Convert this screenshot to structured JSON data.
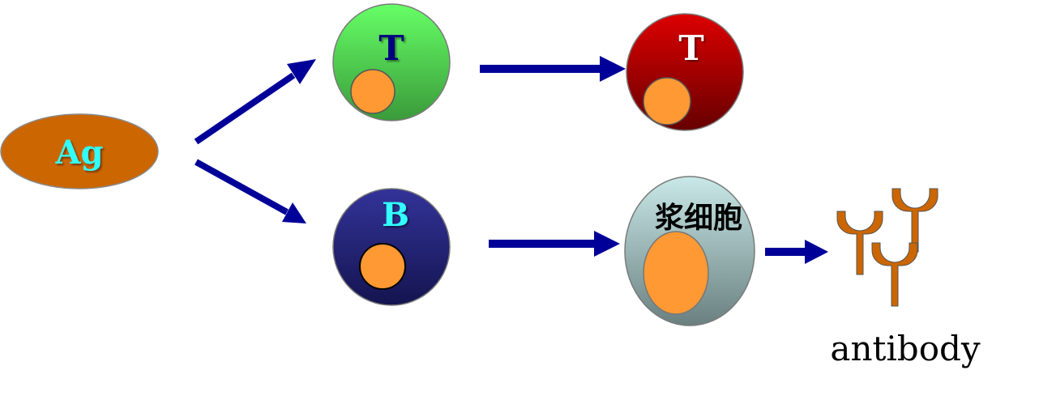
{
  "nodes": {
    "antigen": {
      "label": "Ag",
      "fill": "#cc6600",
      "text_color": "#33ffff"
    },
    "t_cell": {
      "label": "T",
      "fill_top": "#66ff66",
      "fill_bottom": "#3a9a3a",
      "text_color": "#000080"
    },
    "effector_t_cell": {
      "label": "T",
      "fill_top": "#dd0000",
      "fill_bottom": "#660000",
      "text_color": "#ffffff"
    },
    "b_cell": {
      "label": "B",
      "fill_top": "#333399",
      "fill_bottom": "#141450",
      "text_color": "#33ffff"
    },
    "plasma_cell": {
      "label": "浆细胞",
      "fill_top": "#c9e8e8",
      "fill_bottom": "#6a8080",
      "text_color": "#000000"
    },
    "antibody": {
      "label": "antibody",
      "fill": "#cc6600"
    }
  },
  "nucleus_color": "#ff9933",
  "arrow_color": "#000099"
}
